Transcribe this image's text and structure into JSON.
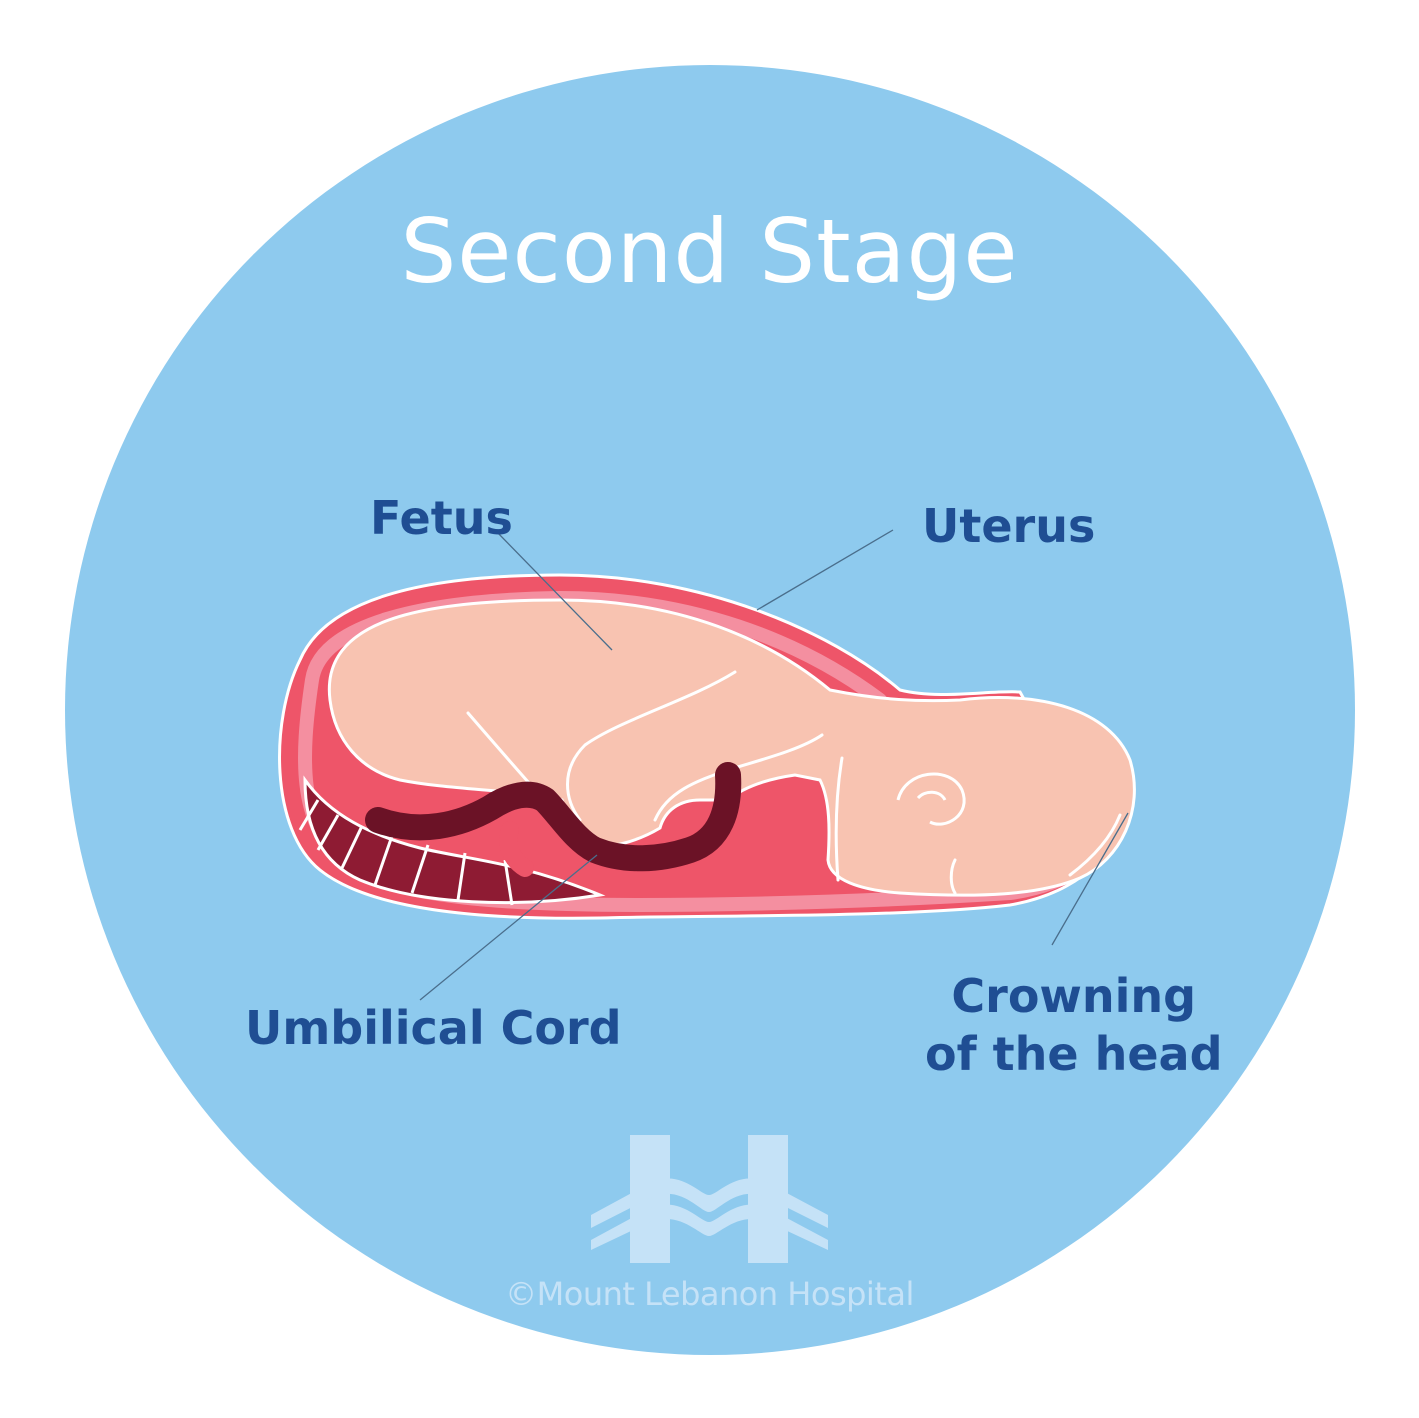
{
  "title": "Second Stage",
  "labels": {
    "fetus": "Fetus",
    "uterus": "Uterus",
    "umbilical_cord": "Umbilical Cord",
    "crowning_line1": "Crowning",
    "crowning_line2": "of the head"
  },
  "copyright": "©Mount Lebanon Hospital",
  "colors": {
    "background_circle": "#8ecaee",
    "title": "#ffffff",
    "label_text": "#1f4e93",
    "uterus_wall": "#ee5569",
    "uterus_inner_band": "#f48fa0",
    "fetus_skin": "#f8c3b1",
    "umbilical_cord": "#6b1226",
    "placenta": "#8e1b33",
    "logo": "#c5e2f7"
  },
  "icons": {
    "logo": "hospital-h-logo-icon"
  }
}
